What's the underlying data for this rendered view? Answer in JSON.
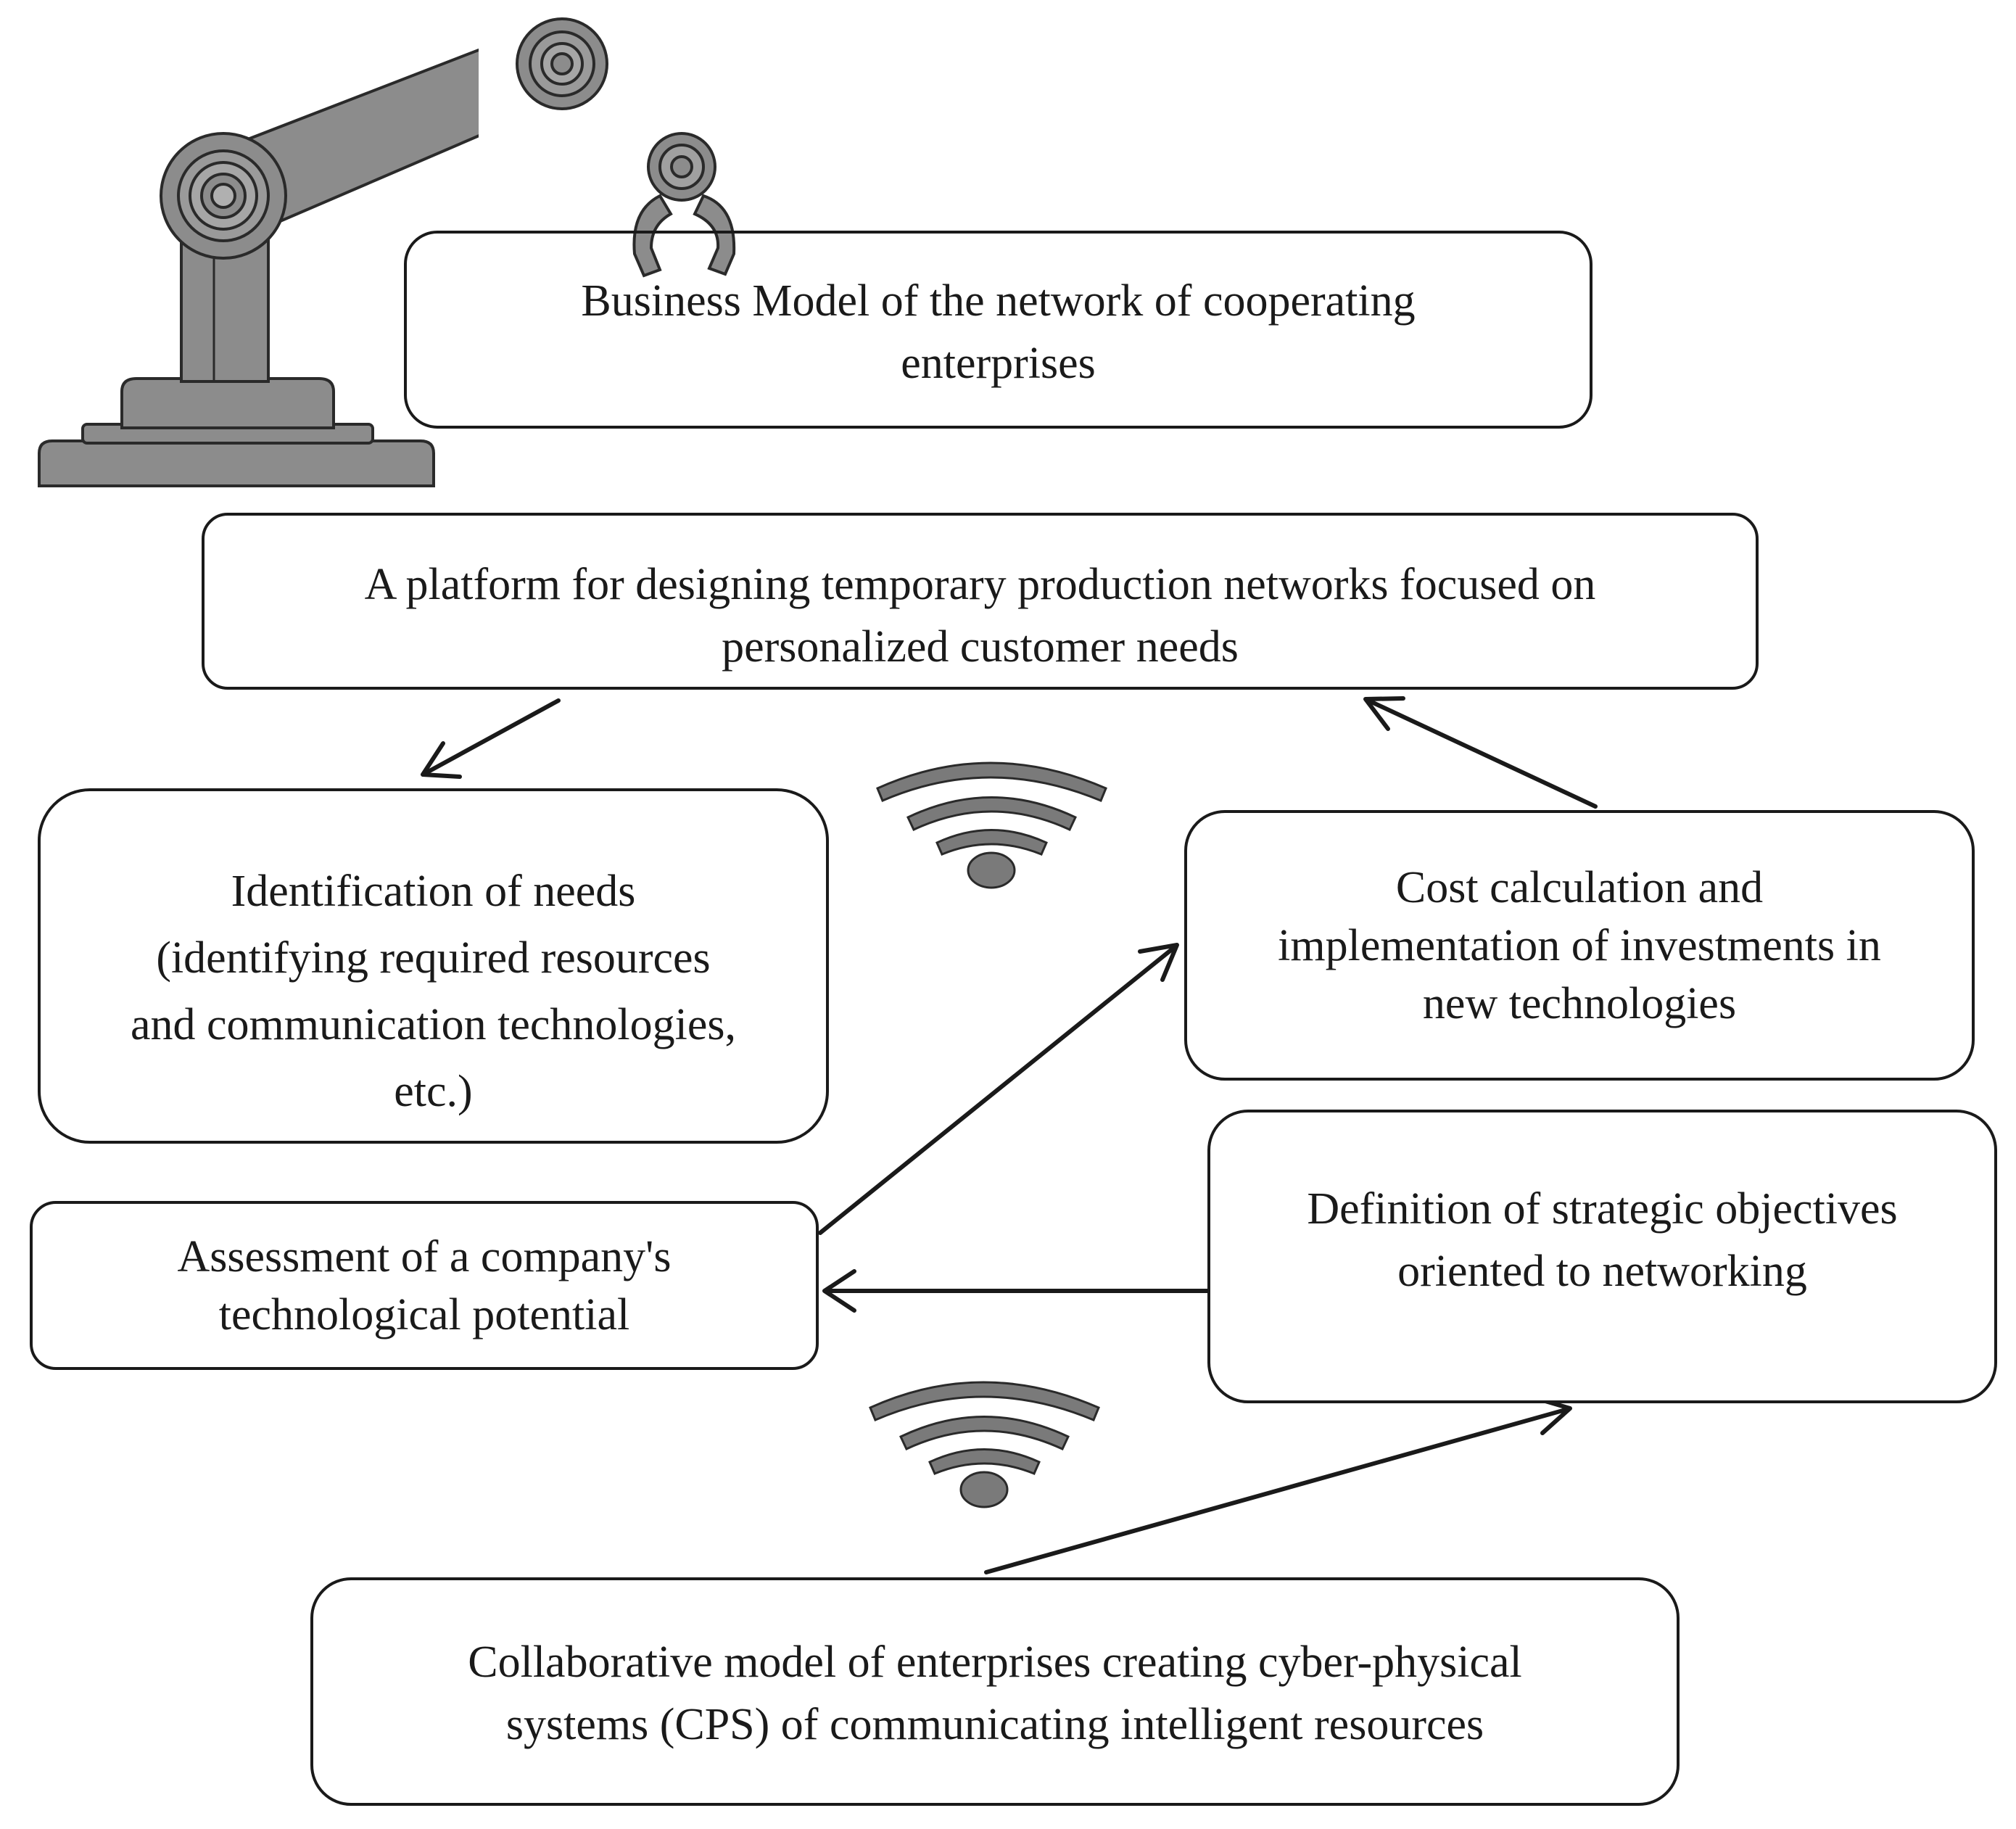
{
  "nodes": {
    "business_model": {
      "lines": [
        "Business Model of the network of cooperating",
        "enterprises"
      ]
    },
    "platform": {
      "lines": [
        "A platform for designing temporary production networks focused on",
        "personalized customer needs"
      ]
    },
    "identification": {
      "lines": [
        "Identification of needs",
        "(identifying required resources",
        "and communication technologies,",
        "etc.)"
      ]
    },
    "cost_calculation": {
      "lines": [
        "Cost calculation and",
        "implementation of investments in",
        "new technologies"
      ]
    },
    "assessment": {
      "lines": [
        "Assessment of a company's",
        "technological potential"
      ]
    },
    "strategic_objectives": {
      "lines": [
        "Definition of strategic objectives",
        "oriented to networking"
      ]
    },
    "collaborative_model": {
      "lines": [
        "Collaborative model of enterprises creating cyber-physical",
        "systems (CPS) of communicating intelligent resources"
      ]
    }
  },
  "edges": [
    {
      "from": "platform",
      "to": "identification"
    },
    {
      "from": "cost_calculation",
      "to": "platform"
    },
    {
      "from": "assessment",
      "to": "cost_calculation"
    },
    {
      "from": "strategic_objectives",
      "to": "assessment"
    },
    {
      "from": "collaborative_model",
      "to": "strategic_objectives"
    }
  ],
  "icons": [
    "robot-arm-icon",
    "wifi-icon",
    "wifi-icon"
  ],
  "colors": {
    "stroke": "#1a1a1a",
    "robot_fill": "#8c8c8c",
    "wifi_fill": "#7a7a7a"
  }
}
